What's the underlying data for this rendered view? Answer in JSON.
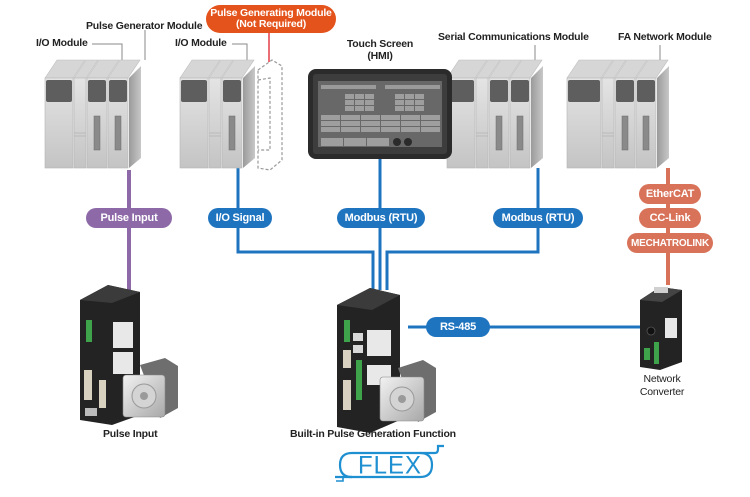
{
  "colors": {
    "pulse": "#8d6aa7",
    "modbus": "#1f74c0",
    "fieldbus": "#d8735a",
    "highlight": "#e4531b",
    "leader": "#888888",
    "red_leader": "#e0202e"
  },
  "top_labels": {
    "pulse_generator_module": "Pulse Generator Module",
    "io_module_left": "I/O Module",
    "io_module_right": "I/O Module",
    "pulse_generating_module": "Pulse Generating Module",
    "not_required": "(Not Required)",
    "touch_screen": "Touch Screen",
    "hmi": "(HMI)",
    "serial_communications_module": "Serial Communications Module",
    "fa_network_module": "FA Network Module"
  },
  "connection_pills": {
    "pulse_input": "Pulse Input",
    "io_signal": "I/O Signal",
    "modbus_hmi": "Modbus (RTU)",
    "modbus_serial": "Modbus (RTU)",
    "ethercat": "EtherCAT",
    "cc_link": "CC-Link",
    "mechatrolink": "MECHATROLINK",
    "rs485": "RS-485"
  },
  "bottom_labels": {
    "pulse_input_driver": "Pulse Input",
    "builtin_function": "Built-in Pulse Generation Function",
    "network_converter_line1": "Network",
    "network_converter_line2": "Converter",
    "flex_logo": "FLEX"
  }
}
